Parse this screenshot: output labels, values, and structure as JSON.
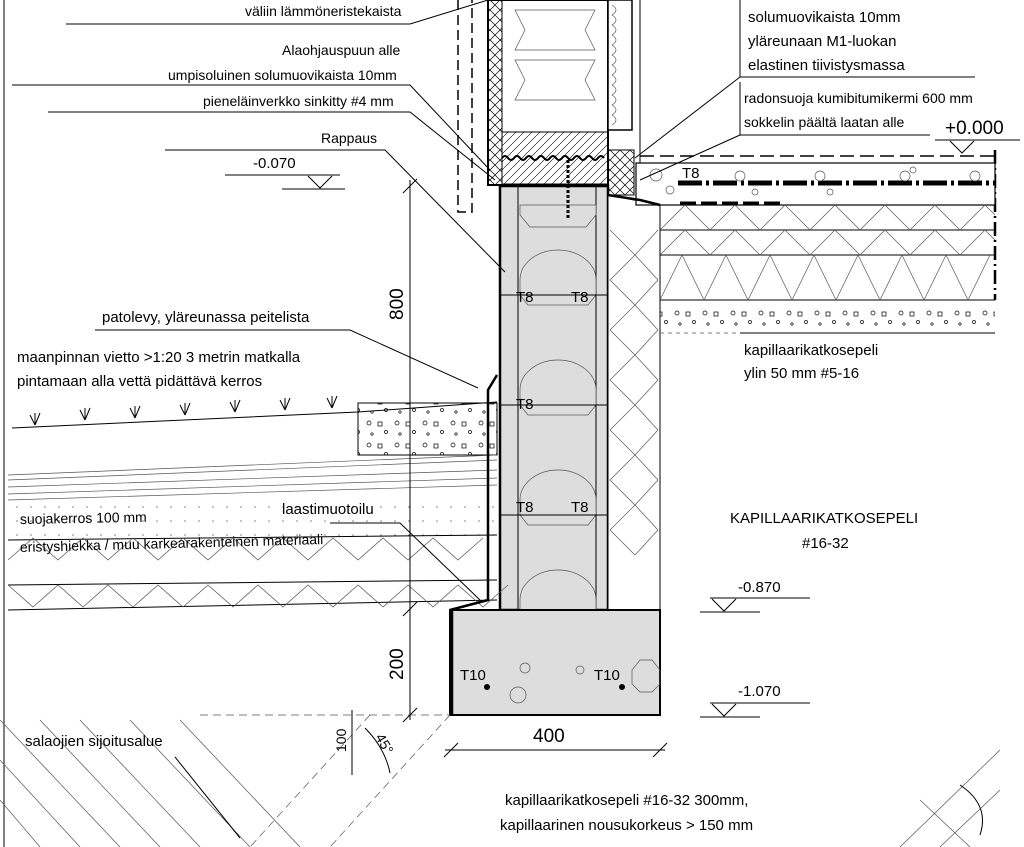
{
  "labels": {
    "insulation_strip": "väliin lämmöneristekaista",
    "sill_line1": "Alaohjauspuun alle",
    "sill_line2": "umpisoluinen solumuovikaista 10mm",
    "mesh": "pieneläinverkko sinkitty #4 mm",
    "render": "Rappaus",
    "foam_line1": "solumuovikaista 10mm",
    "foam_line2": "yläreunaan M1-luokan",
    "foam_line3": "elastinen tiivistysmassa",
    "radon_line1": "radonsuoja kumibitumikermi 600 mm",
    "radon_line2": "sokkelin päältä laatan alle",
    "board": "patolevy, yläreunassa peitelista",
    "slope_line1": "maanpinnan vietto >1:20 3 metrin matkalla",
    "slope_line2": "pintamaan alla vettä pidättävä kerros",
    "protect_line1": "suojakerros 100 mm",
    "protect_line2": "eristyshiekka / muu karkearakenteinen materiaali",
    "mortar": "laastimuotoilu",
    "capillary_line1": "kapillaarikatkosepeli",
    "capillary_line2": "ylin 50 mm #5-16",
    "capillary_big1": "KAPILLAARIKATKOSEPELI",
    "capillary_big2": "#16-32",
    "drain_area": "salaojien sijoitusalue",
    "bottom_line1": "kapillaarikatkosepeli #16-32 300mm,",
    "bottom_line2": "kapillaarinen nousukorkeus > 150 mm"
  },
  "levels": {
    "ground": "-0.070",
    "floor": "+0.000",
    "footing_top": "-0.870",
    "footing_bottom": "-1.070"
  },
  "dimensions": {
    "wall_height": "800",
    "footing_height": "200",
    "footing_width": "400",
    "drain_depth": "100",
    "angle": "45°"
  },
  "rebar": {
    "t8": "T8",
    "t10": "T10"
  }
}
